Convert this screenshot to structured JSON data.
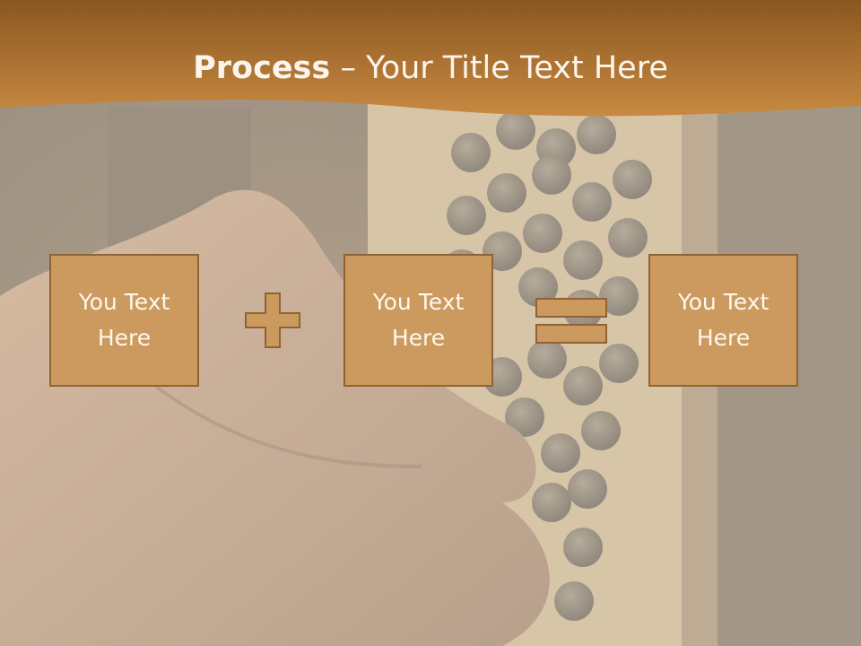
{
  "slide": {
    "title_bold": "Process",
    "title_rest": " – Your Title Text Here",
    "boxes": [
      {
        "text": "You Text\nHere"
      },
      {
        "text": "You Text\nHere"
      },
      {
        "text": "You Text\nHere"
      }
    ],
    "operators": [
      "plus-icon",
      "equals-icon"
    ]
  },
  "colors": {
    "banner": "#b47a34",
    "box_fill": "#cc9a5e",
    "box_border": "#8f6335",
    "text": "#fdf7ee"
  }
}
